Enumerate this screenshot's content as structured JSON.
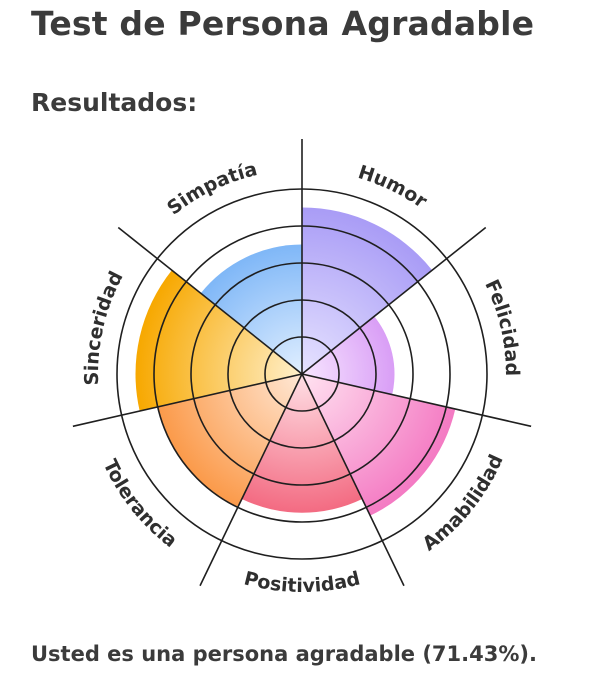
{
  "page": {
    "title": "Test de Persona Agradable",
    "subtitle": "Resultados:",
    "summary": "Usted es una persona agradable (71.43%)."
  },
  "chart_data": {
    "type": "radial-bar",
    "max": 5,
    "rings": 5,
    "categories": [
      "Humor",
      "Felicidad",
      "Amabilidad",
      "Positividad",
      "Tolerancia",
      "Sinceridad",
      "Simpatía"
    ],
    "values": [
      4.5,
      2.5,
      4.25,
      3.75,
      4,
      4.5,
      3.5
    ],
    "colors": [
      [
        "#e6e3ff",
        "#a99cf6"
      ],
      [
        "#f7e6ff",
        "#d99ef6"
      ],
      [
        "#ffe3f1",
        "#f47ac3"
      ],
      [
        "#ffe0e6",
        "#f36b82"
      ],
      [
        "#ffe8d6",
        "#fb9a4a"
      ],
      [
        "#fff0cc",
        "#f7a800"
      ],
      [
        "#e1efff",
        "#7fb7f7"
      ]
    ]
  }
}
